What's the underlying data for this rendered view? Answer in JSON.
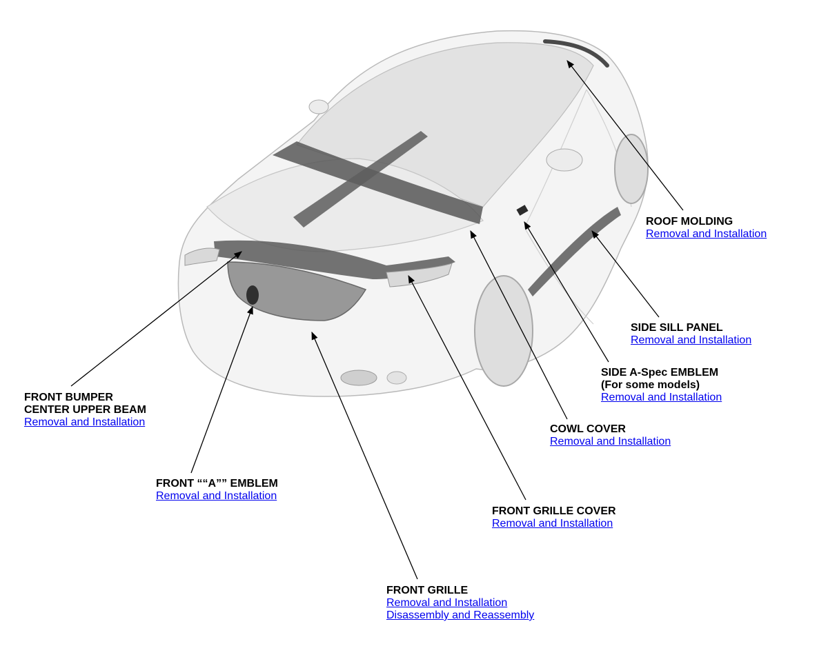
{
  "colors": {
    "link": "#0000ee",
    "text": "#000000",
    "body_fill": "#f4f4f4",
    "highlight": "#4a4a4a",
    "leader": "#000000"
  },
  "callouts": {
    "roof_molding": {
      "title": "ROOF MOLDING",
      "links": [
        "Removal and Installation"
      ]
    },
    "side_sill_panel": {
      "title": "SIDE SILL PANEL",
      "links": [
        "Removal and Installation"
      ]
    },
    "side_aspec_emblem": {
      "title": "SIDE A-Spec EMBLEM",
      "subtitle": "(For some models)",
      "links": [
        "Removal and Installation"
      ]
    },
    "cowl_cover": {
      "title": "COWL COVER",
      "links": [
        "Removal and Installation"
      ]
    },
    "front_bumper_beam": {
      "title": "FRONT BUMPER",
      "subtitle": "CENTER UPPER BEAM",
      "links": [
        "Removal and Installation"
      ]
    },
    "front_a_emblem": {
      "title": "FRONT ““A”” EMBLEM",
      "links": [
        "Removal and Installation"
      ]
    },
    "front_grille_cover": {
      "title": "FRONT GRILLE COVER",
      "links": [
        "Removal and Installation"
      ]
    },
    "front_grille": {
      "title": "FRONT GRILLE",
      "links": [
        "Removal and Installation",
        "Disassembly and Reassembly"
      ]
    }
  }
}
